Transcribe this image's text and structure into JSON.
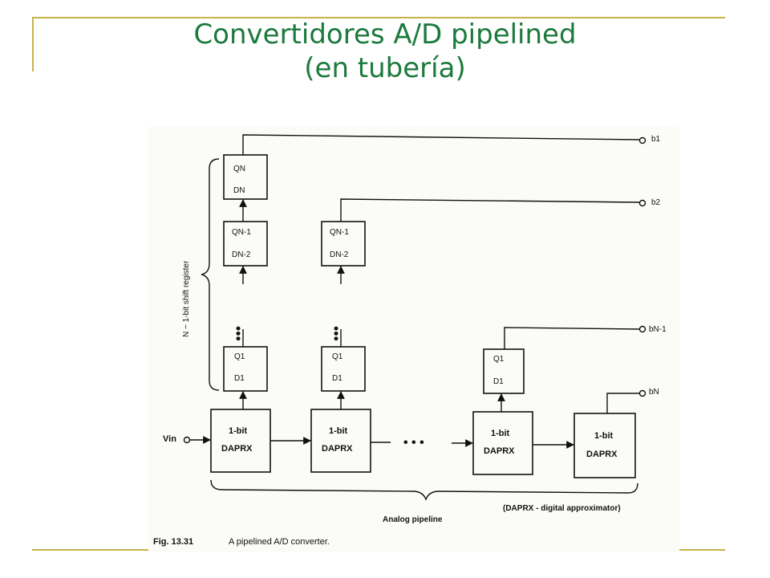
{
  "title": {
    "line1": "Convertidores A/D pipelined",
    "line2": "(en tubería)"
  },
  "colors": {
    "title": "#1b7a3c",
    "accent_lines": "#c9b24a",
    "figure_bg": "#fbfbf8",
    "ink": "#111111"
  },
  "figure": {
    "registers": {
      "qn": "QN",
      "dn": "DN",
      "qn1_a": "QN-1",
      "dn2_a": "DN-2",
      "qn1_b": "QN-1",
      "dn2_b": "DN-2",
      "q1_a": "Q1",
      "d1_a": "D1",
      "q1_b": "Q1",
      "d1_b": "D1",
      "q1_c": "Q1",
      "d1_c": "D1"
    },
    "daprx": {
      "bits": "1-bit",
      "name": "DAPRX"
    },
    "outputs": {
      "b1": "b1",
      "b2": "b2",
      "bn1": "bN-1",
      "bn": "bN"
    },
    "input_label": "Vin",
    "shift_register_label": "N − 1-bit shift register",
    "analog_pipeline_label": "Analog pipeline",
    "daprx_note": "(DAPRX - digital approximator)",
    "caption_number": "Fig. 13.31",
    "caption_text": "A pipelined A/D converter."
  }
}
